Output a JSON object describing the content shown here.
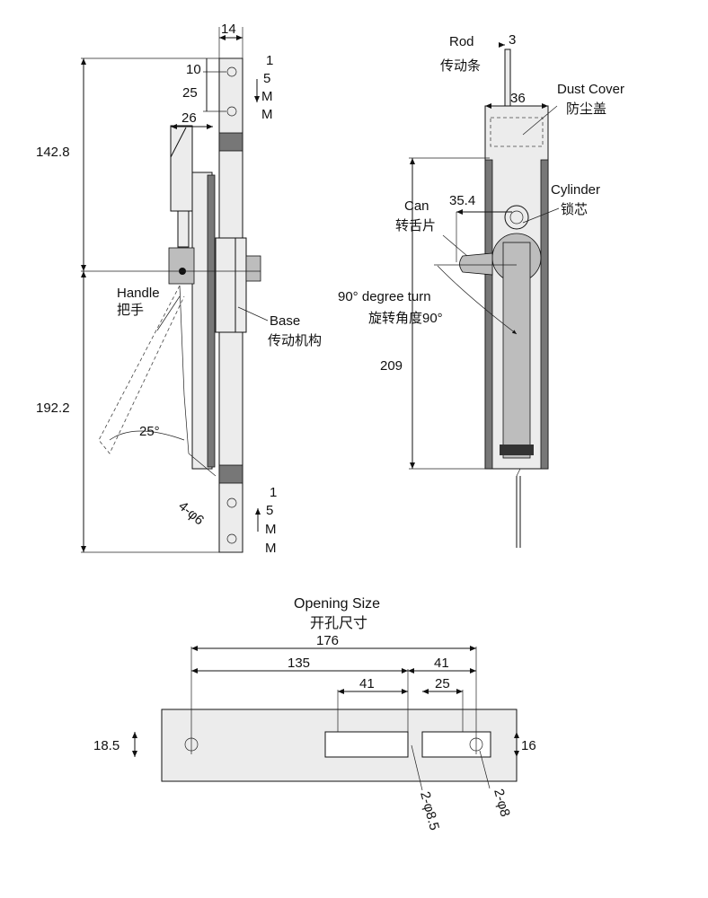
{
  "side_view": {
    "dims": {
      "width_plate": "14",
      "hole_offset": "10",
      "hole_pitch": "25",
      "handle_width": "26",
      "upper_height": "142.8",
      "lower_height": "192.2",
      "handle_angle": "25°",
      "holes": "4-φ6"
    },
    "travel_top": [
      "1",
      "5",
      "M",
      "M"
    ],
    "travel_bottom": [
      "1",
      "5",
      "M",
      "M"
    ],
    "labels": {
      "handle_en": "Handle",
      "handle_cn": "把手",
      "base_en": "Base",
      "base_cn": "传动机构"
    }
  },
  "front_view": {
    "dims": {
      "rod_width": "3",
      "cover_width": "36",
      "can_offset": "35.4",
      "height": "209"
    },
    "labels": {
      "rod_en": "Rod",
      "rod_cn": "传动条",
      "dust_en": "Dust Cover",
      "dust_cn": "防尘盖",
      "cyl_en": "Cylinder",
      "cyl_cn": "锁芯",
      "can_en": "Can",
      "can_cn": "转舌片",
      "turn_en": "90°  degree turn",
      "turn_cn": "旋转角度90°"
    }
  },
  "opening": {
    "title_en": "Opening Size",
    "title_cn": "开孔尺寸",
    "dims": {
      "total": "176",
      "hole_to_hole": "135",
      "slot_left": "41",
      "slot_right": "41",
      "slot_inner": "25",
      "height_left": "18.5",
      "height_right": "16",
      "hole_a": "2-φ8.5",
      "hole_b": "2-φ8"
    }
  }
}
